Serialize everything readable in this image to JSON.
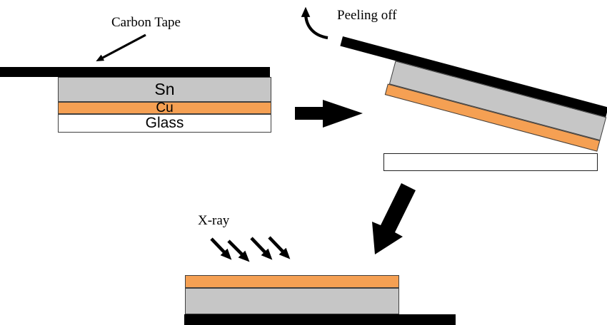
{
  "annotations": {
    "carbon_tape_label": "Carbon Tape",
    "peeling_off_label": "Peeling off",
    "xray_label": "X-ray"
  },
  "layers": {
    "sn_label": "Sn",
    "cu_label": "Cu",
    "glass_label": "Glass"
  },
  "colors": {
    "carbon_tape": "#000000",
    "sn": "#C6C6C6",
    "cu": "#F5A053",
    "glass": "#FFFFFF",
    "outline": "#404040",
    "arrow": "#000000"
  }
}
